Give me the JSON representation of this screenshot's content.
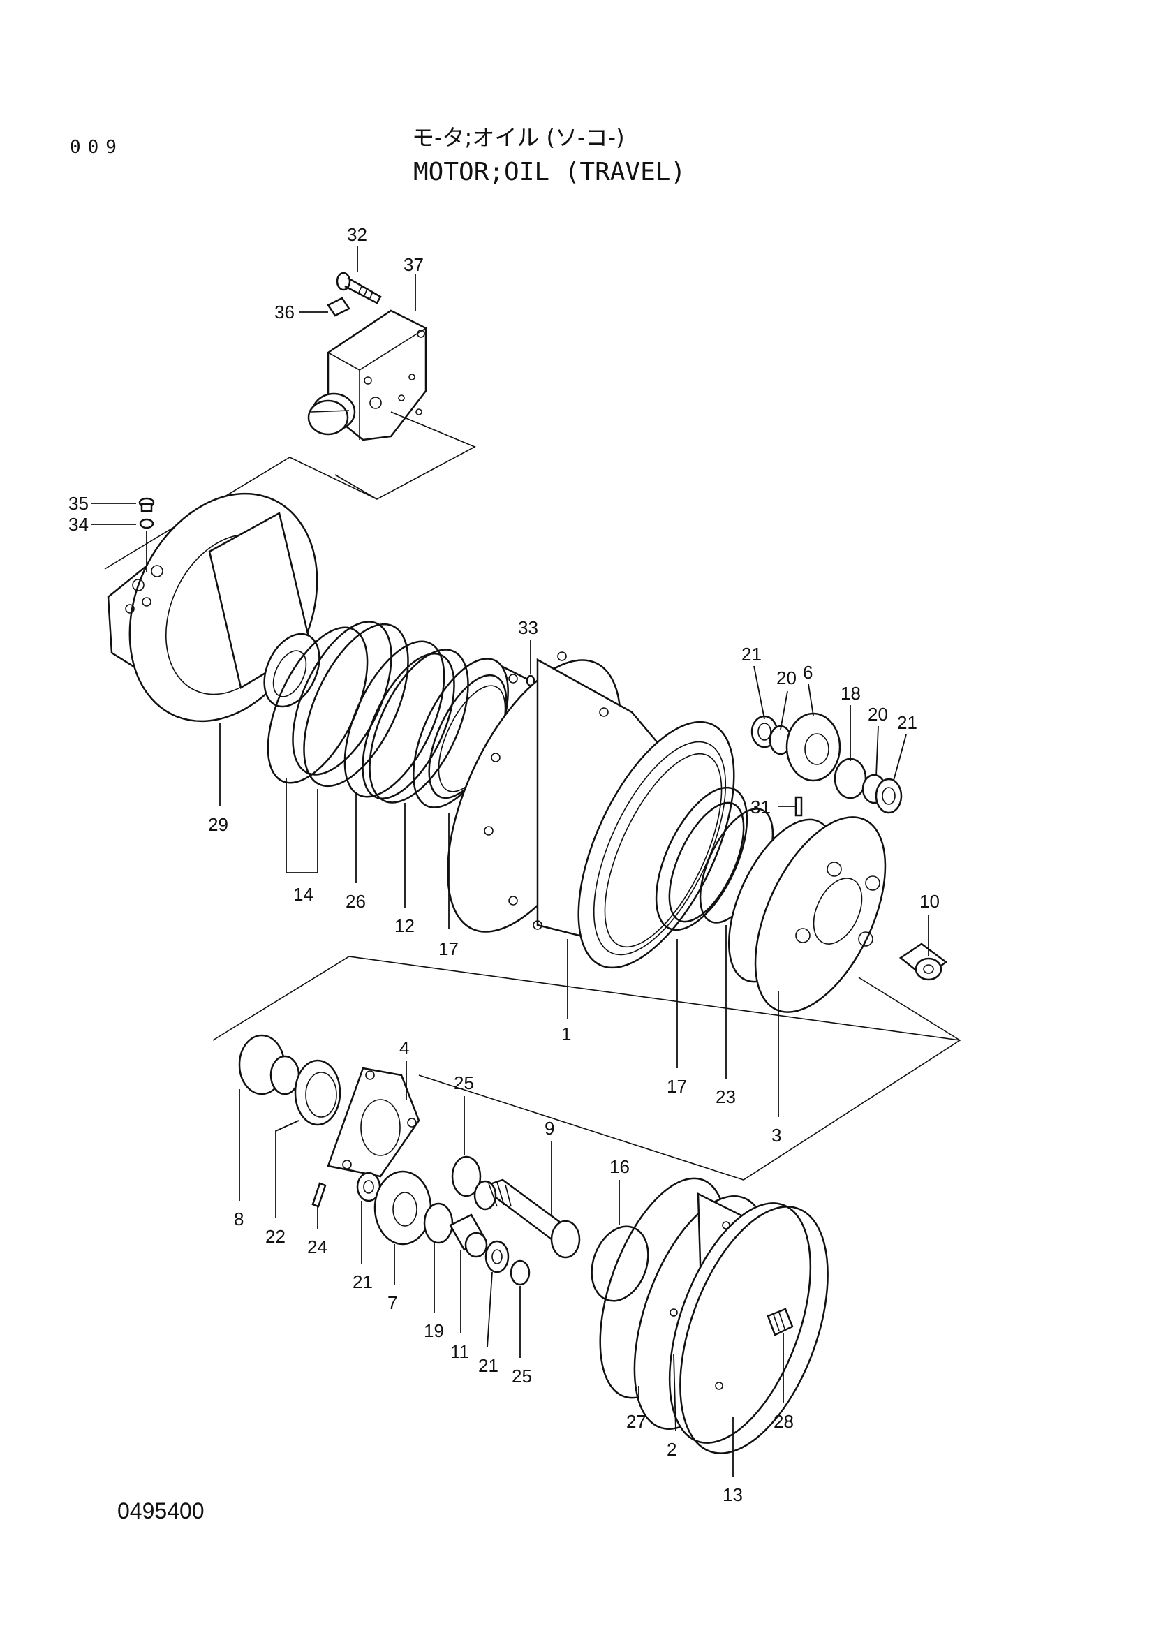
{
  "header": {
    "page_number": "009",
    "title_jp": "モ-タ;オイル (ソ-コ-)",
    "title_en": "MOTOR;OIL (TRAVEL)"
  },
  "footer": {
    "drawing_number": "0495400"
  },
  "callouts": [
    {
      "id": "c32",
      "label": "32"
    },
    {
      "id": "c37",
      "label": "37"
    },
    {
      "id": "c36",
      "label": "36"
    },
    {
      "id": "c35",
      "label": "35"
    },
    {
      "id": "c34",
      "label": "34"
    },
    {
      "id": "c33",
      "label": "33"
    },
    {
      "id": "c21a",
      "label": "21"
    },
    {
      "id": "c20a",
      "label": "20"
    },
    {
      "id": "c6",
      "label": "6"
    },
    {
      "id": "c18",
      "label": "18"
    },
    {
      "id": "c20b",
      "label": "20"
    },
    {
      "id": "c21b",
      "label": "21"
    },
    {
      "id": "c29",
      "label": "29"
    },
    {
      "id": "c31",
      "label": "31"
    },
    {
      "id": "c14",
      "label": "14"
    },
    {
      "id": "c26",
      "label": "26"
    },
    {
      "id": "c12",
      "label": "12"
    },
    {
      "id": "c17a",
      "label": "17"
    },
    {
      "id": "c10",
      "label": "10"
    },
    {
      "id": "c1",
      "label": "1"
    },
    {
      "id": "c17b",
      "label": "17"
    },
    {
      "id": "c23",
      "label": "23"
    },
    {
      "id": "c3",
      "label": "3"
    },
    {
      "id": "c4",
      "label": "4"
    },
    {
      "id": "c25a",
      "label": "25"
    },
    {
      "id": "c9",
      "label": "9"
    },
    {
      "id": "c16",
      "label": "16"
    },
    {
      "id": "c8",
      "label": "8"
    },
    {
      "id": "c22",
      "label": "22"
    },
    {
      "id": "c24",
      "label": "24"
    },
    {
      "id": "c21c",
      "label": "21"
    },
    {
      "id": "c7",
      "label": "7"
    },
    {
      "id": "c19",
      "label": "19"
    },
    {
      "id": "c11",
      "label": "11"
    },
    {
      "id": "c21d",
      "label": "21"
    },
    {
      "id": "c25b",
      "label": "25"
    },
    {
      "id": "c27",
      "label": "27"
    },
    {
      "id": "c2",
      "label": "2"
    },
    {
      "id": "c28",
      "label": "28"
    },
    {
      "id": "c13",
      "label": "13"
    }
  ]
}
